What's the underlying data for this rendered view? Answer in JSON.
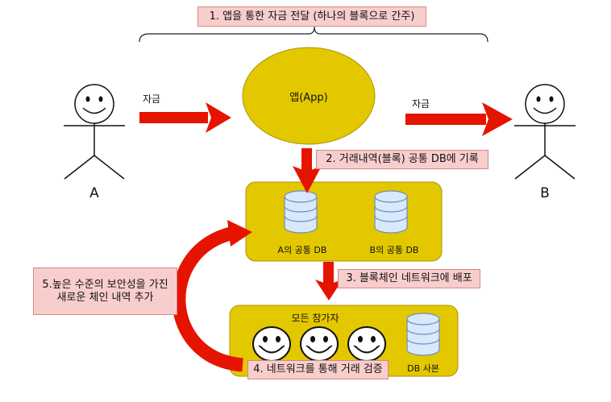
{
  "steps": {
    "step1": "1. 앱을 통한 자금 전달 (하나의 블록으로 간주)",
    "step2": "2. 거래내역(블록) 공통 DB에 기록",
    "step3": "3. 블록체인 네트워크에 배포",
    "step4": "4. 네트워크를 통해 거래 검증",
    "step5_line1": "5.높은 수준의 보안성을 가진",
    "step5_line2": "새로운 체인 내역 추가"
  },
  "app_label": "앱(App)",
  "fund_label_left": "자금",
  "fund_label_right": "자금",
  "actors": {
    "a": "A",
    "b": "B"
  },
  "db": {
    "a": "A의 공통 DB",
    "b": "B의 공통 DB",
    "copy": "DB 사본"
  },
  "participants_title": "모든 참가자",
  "colors": {
    "label_fill": "#f8cecc",
    "gold": "#e3c800",
    "arrow_red": "#e51400",
    "db_fill": "#dae8fc",
    "db_stroke": "#6c8ebf"
  }
}
